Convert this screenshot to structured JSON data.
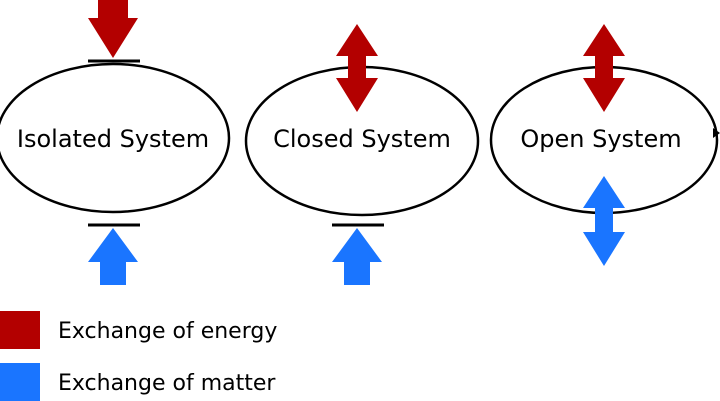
{
  "systems": [
    {
      "label": "Isolated System",
      "energy_flow": "blocked-in",
      "matter_flow": "blocked-in"
    },
    {
      "label": "Closed System",
      "energy_flow": "exchange",
      "matter_flow": "blocked-in"
    },
    {
      "label": "Open System",
      "energy_flow": "exchange",
      "matter_flow": "exchange"
    }
  ],
  "legend": [
    {
      "label": "Exchange of energy",
      "color": "#b30000"
    },
    {
      "label": "Exchange of matter",
      "color": "#1a75ff"
    }
  ],
  "colors": {
    "energy": "#b30000",
    "matter": "#1a75ff",
    "outline": "#000000"
  }
}
